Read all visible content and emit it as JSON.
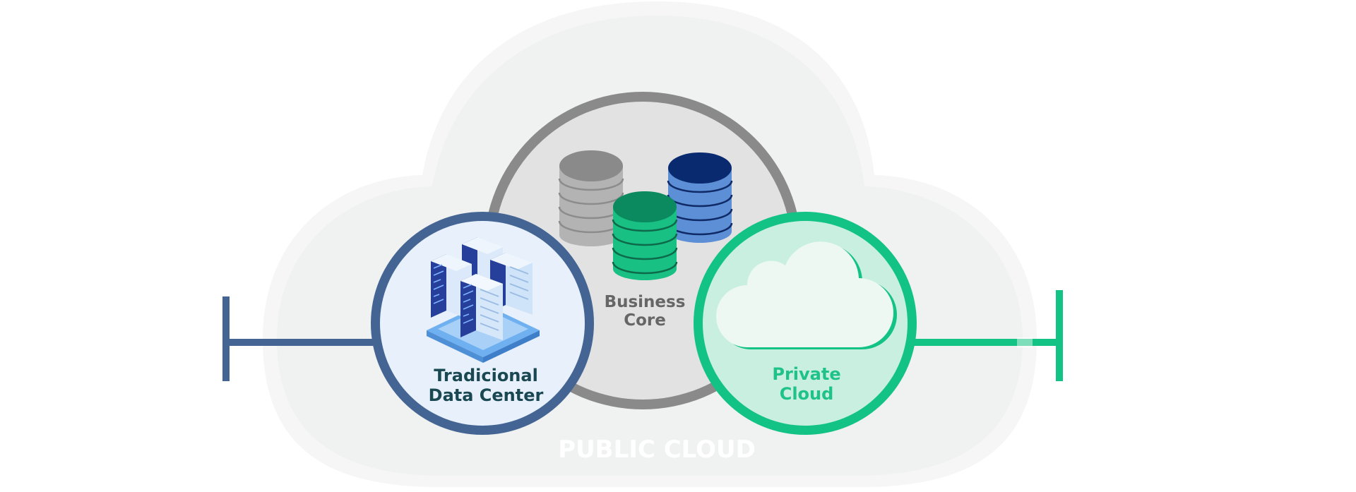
{
  "diagram": {
    "public_cloud": {
      "label": "PUBLIC CLOUD"
    },
    "business_core": {
      "line1": "Business",
      "line2": "Core"
    },
    "data_center": {
      "line1": "Tradicional",
      "line2": "Data Center"
    },
    "private_cloud": {
      "line1": "Private",
      "line2": "Cloud"
    },
    "colors": {
      "public_cloud_fill": "#f0f1f1",
      "public_cloud_outline": "#f6f6f6",
      "core_ring": "#8a8a8a",
      "core_fill": "#e2e2e2",
      "data_center_ring": "#446594",
      "data_center_fill": "#e7f0fb",
      "private_cloud_ring": "#13c386",
      "private_cloud_fill": "#c8efe0",
      "db_gray": "#b3b3b3",
      "db_green": "#18c083",
      "db_blue": "#5d8fd6"
    },
    "icons": [
      "database-gray-icon",
      "database-green-icon",
      "database-blue-icon",
      "server-cluster-icon",
      "cloud-icon"
    ]
  }
}
